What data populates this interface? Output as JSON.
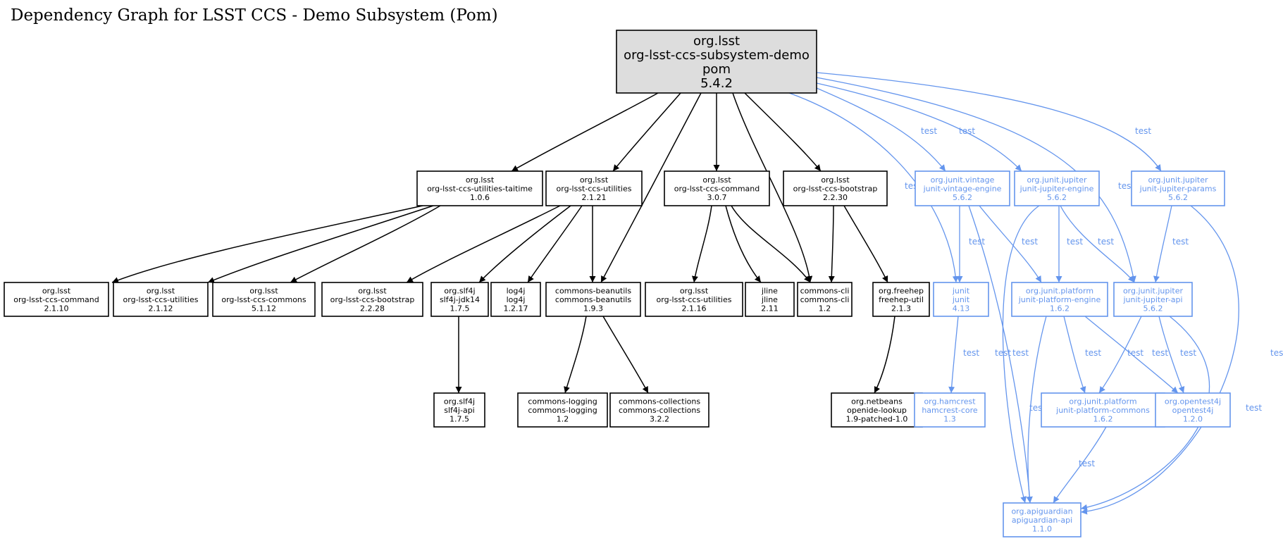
{
  "title": "Dependency Graph for LSST CCS - Demo Subsystem (Pom)",
  "colors": {
    "compile": "#000000",
    "test": "#6495ed",
    "root_fill": "#dddddd",
    "node_fill": "#ffffff"
  },
  "edge_label_text": "test",
  "nodes": [
    {
      "id": "root",
      "lines": [
        "org.lsst",
        "org-lsst-ccs-subsystem-demo",
        "pom",
        "5.4.2"
      ],
      "kind": "root"
    },
    {
      "id": "utilities-taitime",
      "lines": [
        "org.lsst",
        "org-lsst-ccs-utilities-taitime",
        "1.0.6"
      ],
      "kind": "compile"
    },
    {
      "id": "utilities-2121",
      "lines": [
        "org.lsst",
        "org-lsst-ccs-utilities",
        "2.1.21"
      ],
      "kind": "compile"
    },
    {
      "id": "command-307",
      "lines": [
        "org.lsst",
        "org-lsst-ccs-command",
        "3.0.7"
      ],
      "kind": "compile"
    },
    {
      "id": "bootstrap-2230",
      "lines": [
        "org.lsst",
        "org-lsst-ccs-bootstrap",
        "2.2.30"
      ],
      "kind": "compile"
    },
    {
      "id": "vintage-engine",
      "lines": [
        "org.junit.vintage",
        "junit-vintage-engine",
        "5.6.2"
      ],
      "kind": "test"
    },
    {
      "id": "jupiter-engine",
      "lines": [
        "org.junit.jupiter",
        "junit-jupiter-engine",
        "5.6.2"
      ],
      "kind": "test"
    },
    {
      "id": "jupiter-params",
      "lines": [
        "org.junit.jupiter",
        "junit-jupiter-params",
        "5.6.2"
      ],
      "kind": "test"
    },
    {
      "id": "command-2110",
      "lines": [
        "org.lsst",
        "org-lsst-ccs-command",
        "2.1.10"
      ],
      "kind": "compile"
    },
    {
      "id": "utilities-2112",
      "lines": [
        "org.lsst",
        "org-lsst-ccs-utilities",
        "2.1.12"
      ],
      "kind": "compile"
    },
    {
      "id": "commons-5112",
      "lines": [
        "org.lsst",
        "org-lsst-ccs-commons",
        "5.1.12"
      ],
      "kind": "compile"
    },
    {
      "id": "bootstrap-2228",
      "lines": [
        "org.lsst",
        "org-lsst-ccs-bootstrap",
        "2.2.28"
      ],
      "kind": "compile"
    },
    {
      "id": "slf4j-jdk14",
      "lines": [
        "org.slf4j",
        "slf4j-jdk14",
        "1.7.5"
      ],
      "kind": "compile"
    },
    {
      "id": "log4j",
      "lines": [
        "log4j",
        "log4j",
        "1.2.17"
      ],
      "kind": "compile"
    },
    {
      "id": "beanutils",
      "lines": [
        "commons-beanutils",
        "commons-beanutils",
        "1.9.3"
      ],
      "kind": "compile"
    },
    {
      "id": "utilities-2116",
      "lines": [
        "org.lsst",
        "org-lsst-ccs-utilities",
        "2.1.16"
      ],
      "kind": "compile"
    },
    {
      "id": "jline",
      "lines": [
        "jline",
        "jline",
        "2.11"
      ],
      "kind": "compile"
    },
    {
      "id": "commons-cli",
      "lines": [
        "commons-cli",
        "commons-cli",
        "1.2"
      ],
      "kind": "compile"
    },
    {
      "id": "freehep-util",
      "lines": [
        "org.freehep",
        "freehep-util",
        "2.1.3"
      ],
      "kind": "compile"
    },
    {
      "id": "junit",
      "lines": [
        "junit",
        "junit",
        "4.13"
      ],
      "kind": "test"
    },
    {
      "id": "platform-engine",
      "lines": [
        "org.junit.platform",
        "junit-platform-engine",
        "1.6.2"
      ],
      "kind": "test"
    },
    {
      "id": "jupiter-api",
      "lines": [
        "org.junit.jupiter",
        "junit-jupiter-api",
        "5.6.2"
      ],
      "kind": "test"
    },
    {
      "id": "slf4j-api",
      "lines": [
        "org.slf4j",
        "slf4j-api",
        "1.7.5"
      ],
      "kind": "compile"
    },
    {
      "id": "commons-logging",
      "lines": [
        "commons-logging",
        "commons-logging",
        "1.2"
      ],
      "kind": "compile"
    },
    {
      "id": "commons-collections",
      "lines": [
        "commons-collections",
        "commons-collections",
        "3.2.2"
      ],
      "kind": "compile"
    },
    {
      "id": "openide-lookup",
      "lines": [
        "org.netbeans",
        "openide-lookup",
        "1.9-patched-1.0"
      ],
      "kind": "compile"
    },
    {
      "id": "hamcrest",
      "lines": [
        "org.hamcrest",
        "hamcrest-core",
        "1.3"
      ],
      "kind": "test"
    },
    {
      "id": "platform-commons",
      "lines": [
        "org.junit.platform",
        "junit-platform-commons",
        "1.6.2"
      ],
      "kind": "test"
    },
    {
      "id": "opentest4j",
      "lines": [
        "org.opentest4j",
        "opentest4j",
        "1.2.0"
      ],
      "kind": "test"
    },
    {
      "id": "apiguardian",
      "lines": [
        "org.apiguardian",
        "apiguardian-api",
        "1.1.0"
      ],
      "kind": "test"
    }
  ],
  "edges": [
    {
      "from": "root",
      "to": "utilities-taitime",
      "kind": "compile"
    },
    {
      "from": "root",
      "to": "utilities-2121",
      "kind": "compile"
    },
    {
      "from": "root",
      "to": "beanutils",
      "kind": "compile"
    },
    {
      "from": "root",
      "to": "command-307",
      "kind": "compile"
    },
    {
      "from": "root",
      "to": "commons-cli",
      "kind": "compile"
    },
    {
      "from": "root",
      "to": "bootstrap-2230",
      "kind": "compile"
    },
    {
      "from": "root",
      "to": "junit",
      "kind": "test",
      "label": true
    },
    {
      "from": "root",
      "to": "vintage-engine",
      "kind": "test",
      "label": true
    },
    {
      "from": "root",
      "to": "jupiter-engine",
      "kind": "test",
      "label": true
    },
    {
      "from": "root",
      "to": "jupiter-api",
      "kind": "test",
      "label": true
    },
    {
      "from": "root",
      "to": "jupiter-params",
      "kind": "test",
      "label": true
    },
    {
      "from": "utilities-taitime",
      "to": "command-2110",
      "kind": "compile"
    },
    {
      "from": "utilities-taitime",
      "to": "utilities-2112",
      "kind": "compile"
    },
    {
      "from": "utilities-taitime",
      "to": "commons-5112",
      "kind": "compile"
    },
    {
      "from": "utilities-2121",
      "to": "bootstrap-2228",
      "kind": "compile"
    },
    {
      "from": "utilities-2121",
      "to": "slf4j-jdk14",
      "kind": "compile"
    },
    {
      "from": "utilities-2121",
      "to": "log4j",
      "kind": "compile"
    },
    {
      "from": "utilities-2121",
      "to": "beanutils",
      "kind": "compile"
    },
    {
      "from": "command-307",
      "to": "utilities-2116",
      "kind": "compile"
    },
    {
      "from": "command-307",
      "to": "jline",
      "kind": "compile"
    },
    {
      "from": "command-307",
      "to": "commons-cli",
      "kind": "compile"
    },
    {
      "from": "bootstrap-2230",
      "to": "commons-cli",
      "kind": "compile"
    },
    {
      "from": "bootstrap-2230",
      "to": "freehep-util",
      "kind": "compile"
    },
    {
      "from": "slf4j-jdk14",
      "to": "slf4j-api",
      "kind": "compile"
    },
    {
      "from": "beanutils",
      "to": "commons-logging",
      "kind": "compile"
    },
    {
      "from": "beanutils",
      "to": "commons-collections",
      "kind": "compile"
    },
    {
      "from": "freehep-util",
      "to": "openide-lookup",
      "kind": "compile"
    },
    {
      "from": "vintage-engine",
      "to": "junit",
      "kind": "test",
      "label": true
    },
    {
      "from": "vintage-engine",
      "to": "platform-engine",
      "kind": "test",
      "label": true
    },
    {
      "from": "vintage-engine",
      "to": "apiguardian",
      "kind": "test",
      "label": true
    },
    {
      "from": "jupiter-engine",
      "to": "platform-engine",
      "kind": "test",
      "label": true
    },
    {
      "from": "jupiter-engine",
      "to": "jupiter-api",
      "kind": "test",
      "label": true
    },
    {
      "from": "jupiter-engine",
      "to": "apiguardian",
      "kind": "test",
      "label": true
    },
    {
      "from": "jupiter-params",
      "to": "jupiter-api",
      "kind": "test",
      "label": true
    },
    {
      "from": "jupiter-params",
      "to": "apiguardian",
      "kind": "test",
      "label": true
    },
    {
      "from": "junit",
      "to": "hamcrest",
      "kind": "test",
      "label": true
    },
    {
      "from": "platform-engine",
      "to": "platform-commons",
      "kind": "test",
      "label": true
    },
    {
      "from": "platform-engine",
      "to": "opentest4j",
      "kind": "test",
      "label": true
    },
    {
      "from": "platform-engine",
      "to": "apiguardian",
      "kind": "test",
      "label": true
    },
    {
      "from": "jupiter-api",
      "to": "platform-commons",
      "kind": "test",
      "label": true
    },
    {
      "from": "jupiter-api",
      "to": "opentest4j",
      "kind": "test",
      "label": true
    },
    {
      "from": "jupiter-api",
      "to": "apiguardian",
      "kind": "test",
      "label": true
    },
    {
      "from": "platform-commons",
      "to": "apiguardian",
      "kind": "test",
      "label": true
    }
  ]
}
